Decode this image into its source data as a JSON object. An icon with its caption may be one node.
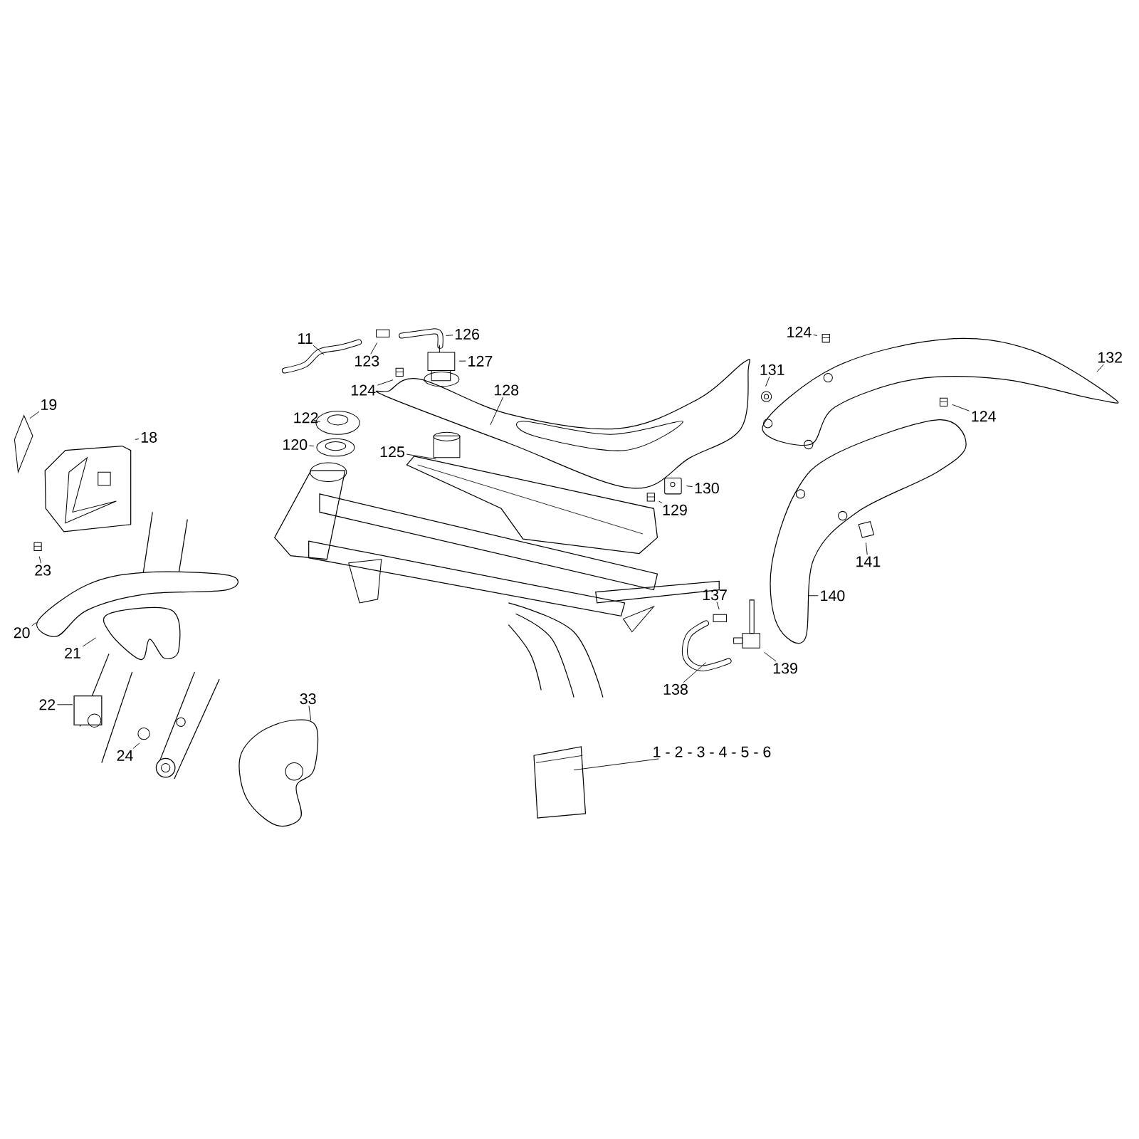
{
  "diagram": {
    "nodes": [
      {
        "text": [
          "124"
        ]
      },
      {
        "text": [
          "11"
        ]
      },
      {
        "text": [
          "126"
        ]
      },
      {
        "text": [
          "132"
        ]
      },
      {
        "text": [
          "123"
        ]
      },
      {
        "text": [
          "127"
        ]
      },
      {
        "text": [
          "131"
        ]
      },
      {
        "text": [
          "124"
        ]
      },
      {
        "text": [
          "128"
        ]
      },
      {
        "text": [
          "19"
        ]
      },
      {
        "text": [
          "124"
        ]
      },
      {
        "text": [
          "122"
        ]
      },
      {
        "text": [
          "18"
        ]
      },
      {
        "text": [
          "120"
        ]
      },
      {
        "text": [
          "125"
        ]
      },
      {
        "text": [
          "130"
        ]
      },
      {
        "text": [
          "129"
        ]
      },
      {
        "text": [
          "141"
        ]
      },
      {
        "text": [
          "23"
        ]
      },
      {
        "text": [
          "137"
        ]
      },
      {
        "text": [
          "140"
        ]
      },
      {
        "text": [
          "20"
        ]
      },
      {
        "text": [
          "21"
        ]
      },
      {
        "text": [
          "139"
        ]
      },
      {
        "text": [
          "138"
        ]
      },
      {
        "text": [
          "33"
        ]
      },
      {
        "text": [
          "22"
        ]
      },
      {
        "text": [
          "1 - 2 - 3 - 4 - 5 - 6"
        ]
      },
      {
        "text": [
          "24"
        ]
      }
    ],
    "edges": [
      {
        "from": 0,
        "to": null,
        "arrow": "none"
      },
      {
        "from": 1,
        "to": null,
        "arrow": "none"
      },
      {
        "from": 2,
        "to": null,
        "arrow": "none"
      },
      {
        "from": 3,
        "to": null,
        "arrow": "none"
      },
      {
        "from": 4,
        "to": null,
        "arrow": "none"
      },
      {
        "from": 5,
        "to": null,
        "arrow": "none"
      },
      {
        "from": 6,
        "to": null,
        "arrow": "none"
      },
      {
        "from": 7,
        "to": null,
        "arrow": "none"
      },
      {
        "from": 8,
        "to": null,
        "arrow": "none"
      },
      {
        "from": 9,
        "to": null,
        "arrow": "none"
      },
      {
        "from": 10,
        "to": null,
        "arrow": "none"
      },
      {
        "from": 11,
        "to": null,
        "arrow": "none"
      },
      {
        "from": 12,
        "to": null,
        "arrow": "none"
      },
      {
        "from": 13,
        "to": null,
        "arrow": "none"
      },
      {
        "from": 14,
        "to": null,
        "arrow": "none"
      },
      {
        "from": 15,
        "to": null,
        "arrow": "none"
      },
      {
        "from": 16,
        "to": null,
        "arrow": "none"
      },
      {
        "from": 17,
        "to": null,
        "arrow": "none"
      },
      {
        "from": 18,
        "to": null,
        "arrow": "none"
      },
      {
        "from": 19,
        "to": null,
        "arrow": "none"
      },
      {
        "from": 20,
        "to": null,
        "arrow": "none"
      },
      {
        "from": 21,
        "to": null,
        "arrow": "none"
      },
      {
        "from": 22,
        "to": null,
        "arrow": "none"
      },
      {
        "from": 23,
        "to": null,
        "arrow": "none"
      },
      {
        "from": 24,
        "to": null,
        "arrow": "none"
      },
      {
        "from": 25,
        "to": null,
        "arrow": "none"
      },
      {
        "from": 26,
        "to": null,
        "arrow": "none"
      },
      {
        "from": 27,
        "to": null,
        "arrow": "none"
      },
      {
        "from": 28,
        "to": null,
        "arrow": "none"
      }
    ]
  }
}
